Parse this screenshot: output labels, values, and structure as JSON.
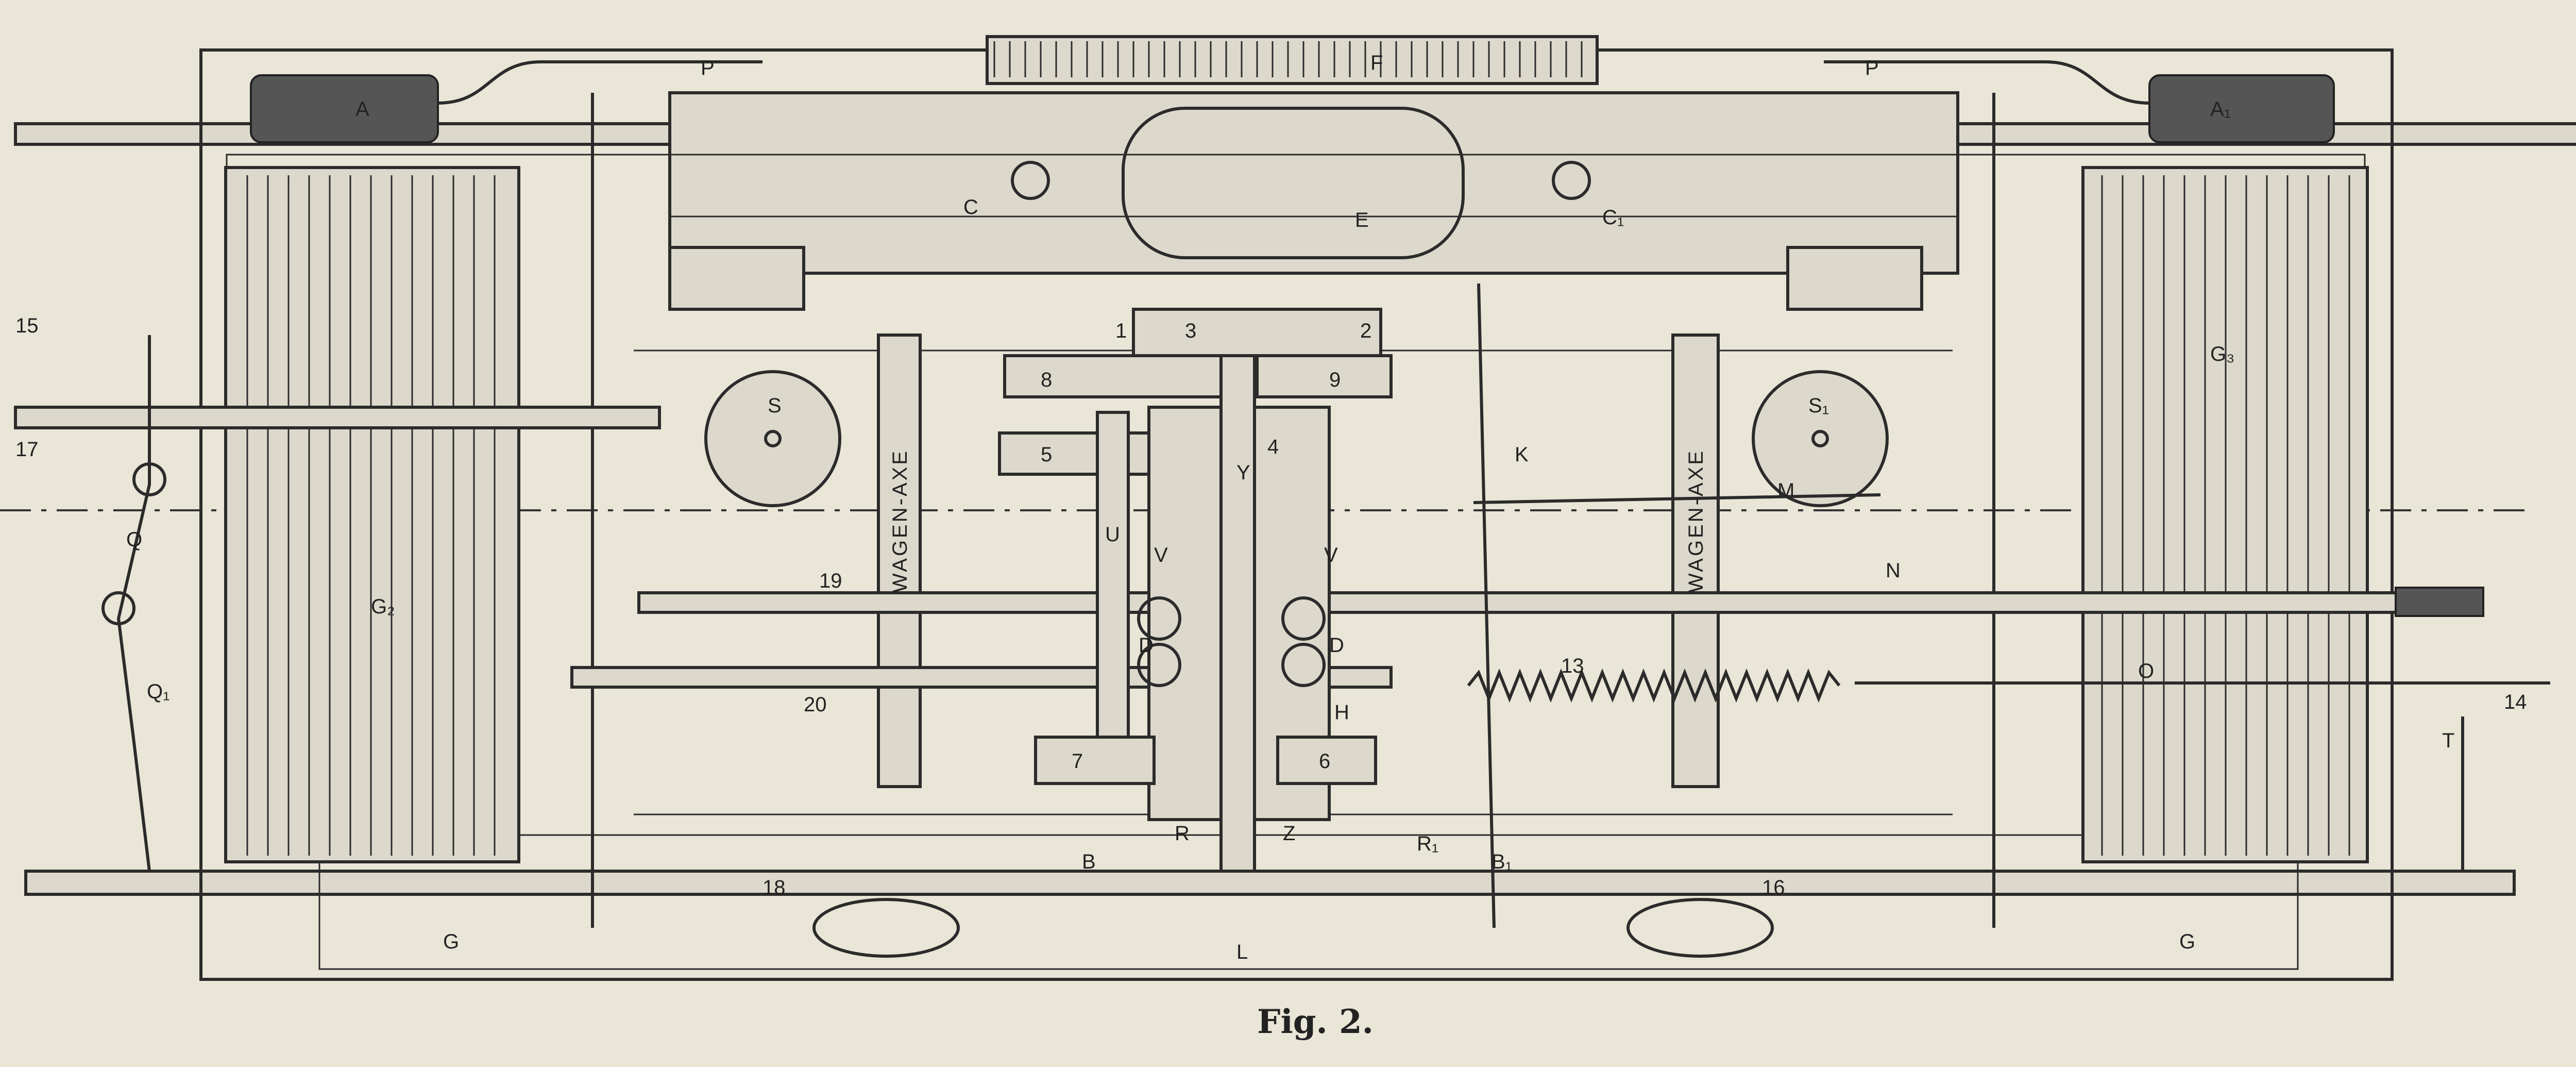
{
  "caption": "Fig. 2.",
  "labels": {
    "A": "A",
    "A1": "A₁",
    "F": "F",
    "P_left": "P",
    "P_right": "P",
    "C": "C",
    "C1": "C₁",
    "E": "E",
    "S": "S",
    "S1": "S₁",
    "G2": "G₂",
    "G3": "G₃",
    "G_left": "G",
    "G_right": "G",
    "K": "K",
    "M": "M",
    "N": "N",
    "O": "O",
    "Q": "Q",
    "Q1": "Q₁",
    "T": "T",
    "U": "U",
    "Y": "Y",
    "V_left": "V",
    "V_right": "V",
    "D_left": "D",
    "D_right": "D",
    "H": "H",
    "R": "R",
    "R1": "R₁",
    "Z": "Z",
    "L": "L",
    "B": "B",
    "B1": "B₁",
    "n1": "1",
    "n2": "2",
    "n3": "3",
    "n4": "4",
    "n5": "5",
    "n6": "6",
    "n7": "7",
    "n8": "8",
    "n9": "9",
    "n13": "13",
    "n14": "14",
    "n15": "15",
    "n16": "16",
    "n17": "17",
    "n18": "18",
    "n19": "19",
    "n20": "20",
    "axle_left": "WAGEN-AXE",
    "axle_right": "WAGEN-AXE"
  }
}
